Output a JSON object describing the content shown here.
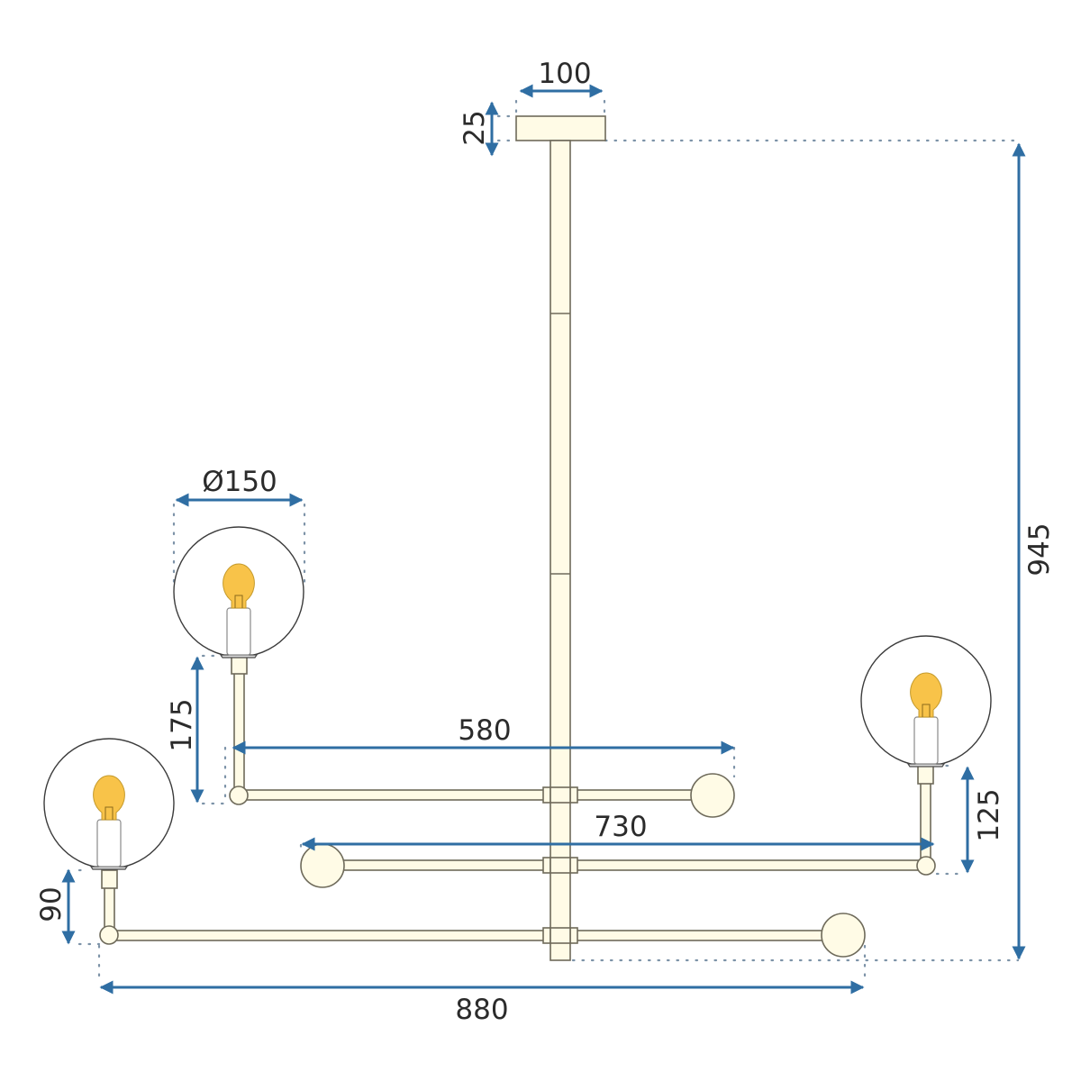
{
  "drawing": {
    "subject": "pendant lamp dimension drawing",
    "units": "mm",
    "colors": {
      "dimension": "#2f6ea3",
      "fixture_fill": "#fffbe6",
      "fixture_stroke": "#6e6a5a",
      "bulb": "#f8c349",
      "extension_line": "#7d93a8"
    }
  },
  "dimensions": {
    "canopy_width": "100",
    "canopy_height": "25",
    "total_height": "945",
    "shade_diameter": "Ø150",
    "upper_arm_span": "580",
    "upper_arm_stem": "175",
    "middle_arm_span": "730",
    "middle_arm_stem": "125",
    "lower_arm_stem": "90",
    "total_width": "880"
  },
  "components": {
    "canopy": "ceiling-canopy",
    "rod": "suspension-rod",
    "arms": [
      {
        "name": "upper-arm",
        "shade": "left",
        "stem": "175",
        "span": "580"
      },
      {
        "name": "middle-arm",
        "shade": "right",
        "stem": "125",
        "span": "730"
      },
      {
        "name": "lower-arm",
        "shade": "left",
        "stem": "90",
        "span": "880"
      }
    ],
    "shades_count": 3,
    "icons": [
      "globe-shade-icon",
      "bulb-icon",
      "end-ball-icon"
    ]
  }
}
